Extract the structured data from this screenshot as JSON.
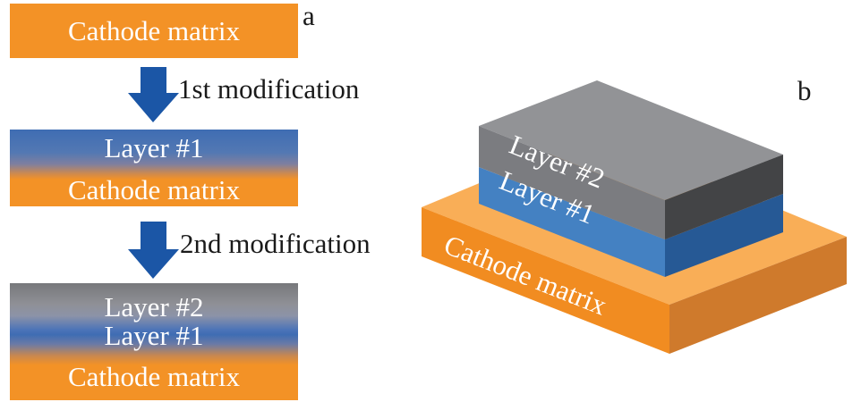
{
  "panel_a": {
    "letter": "a",
    "steps": [
      {
        "layers": [
          "Cathode matrix"
        ]
      },
      {
        "arrow_label": "1st modification",
        "layers": [
          "Layer #1",
          "Cathode matrix"
        ]
      },
      {
        "arrow_label": "2nd modification",
        "layers": [
          "Layer #2",
          "Layer #1",
          "Cathode matrix"
        ]
      }
    ]
  },
  "panel_b": {
    "letter": "b",
    "layers": {
      "top": "Layer #2",
      "middle": "Layer #1",
      "base": "Cathode matrix"
    }
  },
  "colors": {
    "cathode": "#f39226",
    "layer1": "#3f6db3",
    "layer2": "#8f9096",
    "arrow": "#1b56a6",
    "text_dark": "#1a1a1a",
    "text_light": "#ffffff"
  }
}
